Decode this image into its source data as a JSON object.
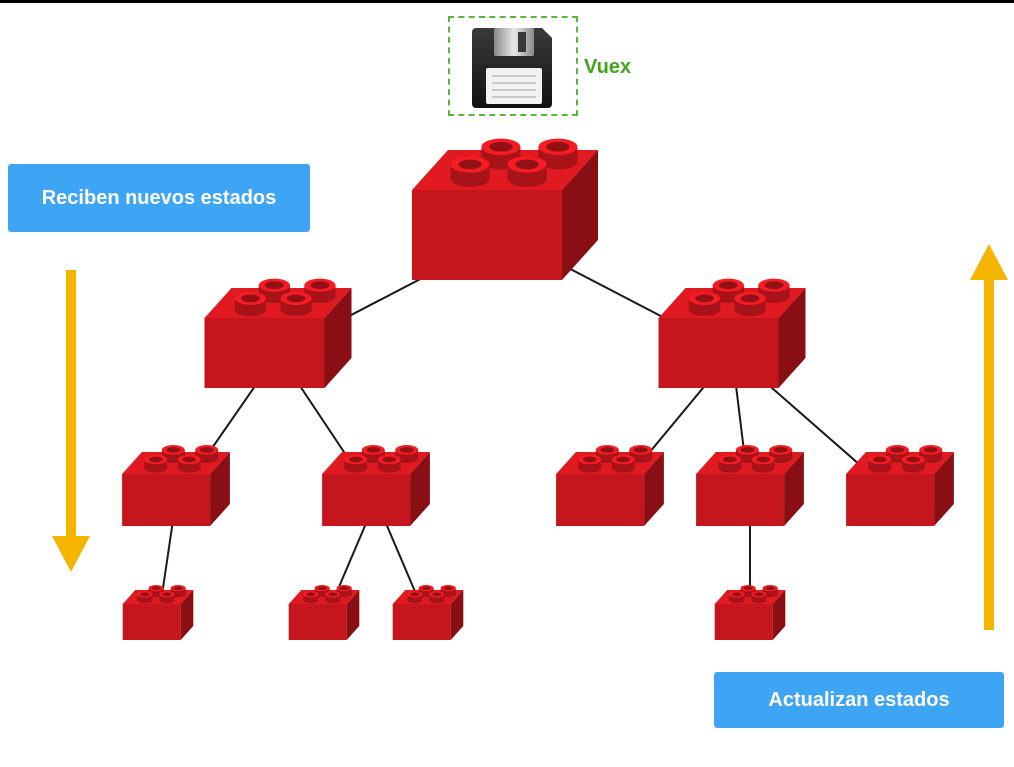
{
  "diagram": {
    "store": {
      "label": "Vuex",
      "icon": "floppy-disk-icon"
    },
    "left_label": "Reciben nuevos estados",
    "right_label": "Actualizan estados",
    "colors": {
      "brick": "#c4161c",
      "arrow": "#f5b400",
      "label_bg": "#3ea5f5",
      "store_green": "#3fa51e"
    },
    "arrows": [
      {
        "name": "down-arrow",
        "direction": "down"
      },
      {
        "name": "up-arrow",
        "direction": "up"
      }
    ],
    "bricks": [
      {
        "id": "root",
        "level": 0
      },
      {
        "id": "l",
        "level": 1
      },
      {
        "id": "r",
        "level": 1
      },
      {
        "id": "ll",
        "level": 2
      },
      {
        "id": "lr",
        "level": 2
      },
      {
        "id": "rl",
        "level": 2
      },
      {
        "id": "rm",
        "level": 2
      },
      {
        "id": "rr",
        "level": 2
      },
      {
        "id": "lll",
        "level": 3
      },
      {
        "id": "lrl",
        "level": 3
      },
      {
        "id": "lrr",
        "level": 3
      },
      {
        "id": "rml",
        "level": 3
      }
    ],
    "edges": [
      [
        "root",
        "l"
      ],
      [
        "root",
        "r"
      ],
      [
        "l",
        "ll"
      ],
      [
        "l",
        "lr"
      ],
      [
        "r",
        "rl"
      ],
      [
        "r",
        "rm"
      ],
      [
        "r",
        "rr"
      ],
      [
        "ll",
        "lll"
      ],
      [
        "lr",
        "lrl"
      ],
      [
        "lr",
        "lrr"
      ],
      [
        "rm",
        "rml"
      ]
    ]
  }
}
